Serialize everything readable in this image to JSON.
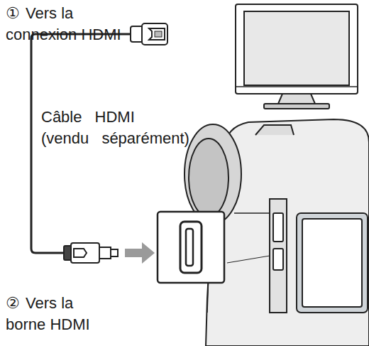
{
  "diagram": {
    "labels": [
      "①",
      "Vers la connexion HDMI",
      "Câble HDMI (vendu séparément)",
      "②",
      "Vers la borne HDMI"
    ]
  }
}
